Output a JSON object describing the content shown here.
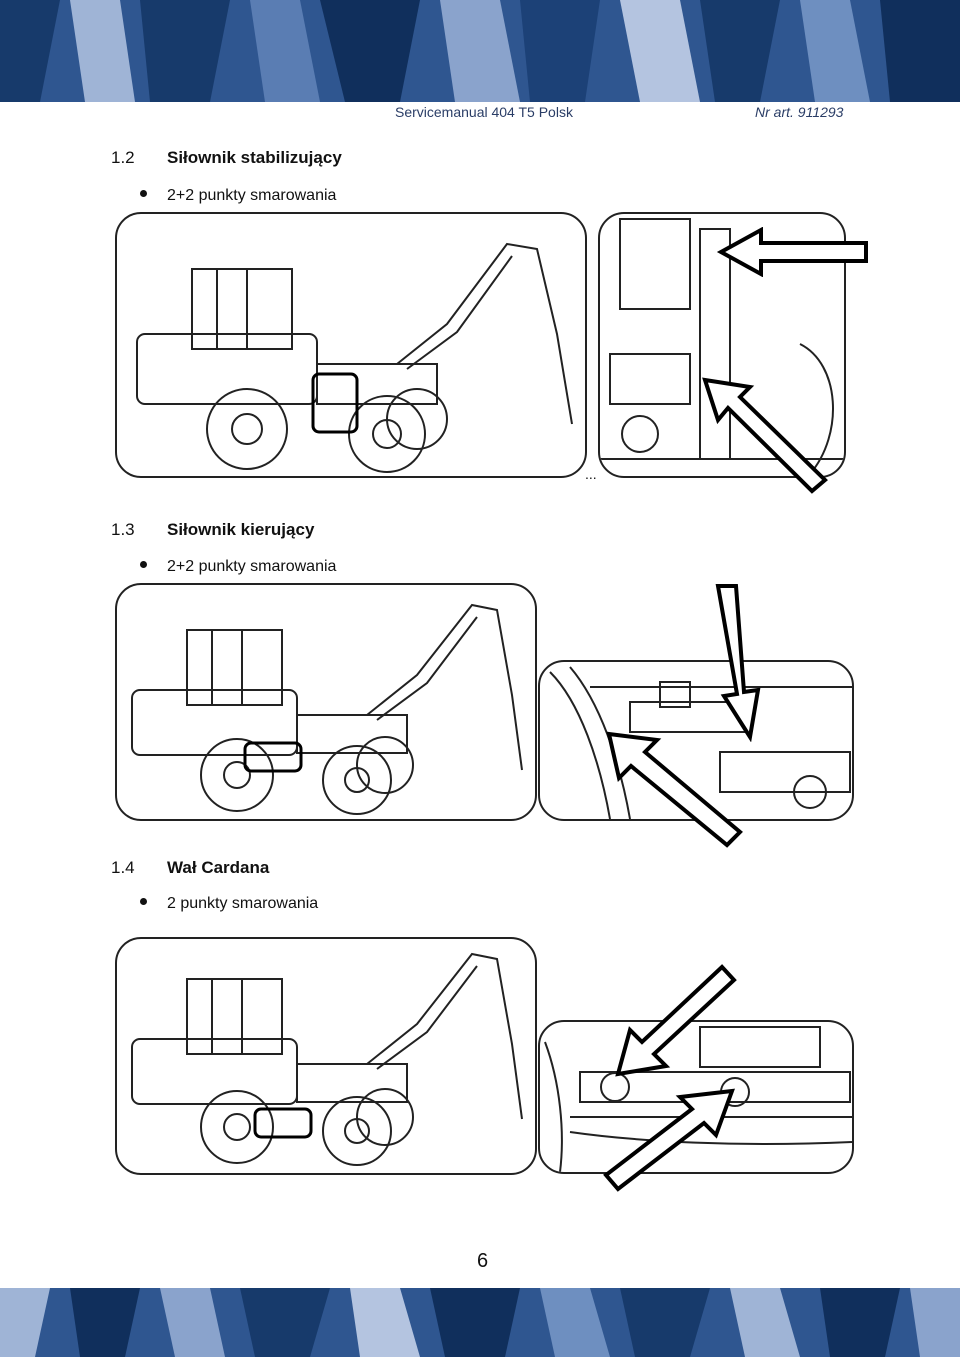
{
  "header": {
    "manual": "Servicemanual 404 T5 Polsk",
    "article": "Nr art. 911293"
  },
  "sections": [
    {
      "number": "1.2",
      "title": "Siłownik stabilizujący",
      "bullet": "2+2 punkty smarowania"
    },
    {
      "number": "1.3",
      "title": "Siłownik kierujący",
      "bullet": "2+2 punkty smarowania"
    },
    {
      "number": "1.4",
      "title": "Wał Cardana",
      "bullet": "2 punkty smarowania"
    }
  ],
  "ellipsis": "...",
  "page_number": "6",
  "colors": {
    "band_dark": "#173a6b",
    "band_mid": "#4d6fa3",
    "band_light": "#9fb4d6",
    "header_text": "#2a3d66"
  },
  "icons": {
    "arrow": "lubrication-point-arrow",
    "highlight": "highlight-box"
  }
}
